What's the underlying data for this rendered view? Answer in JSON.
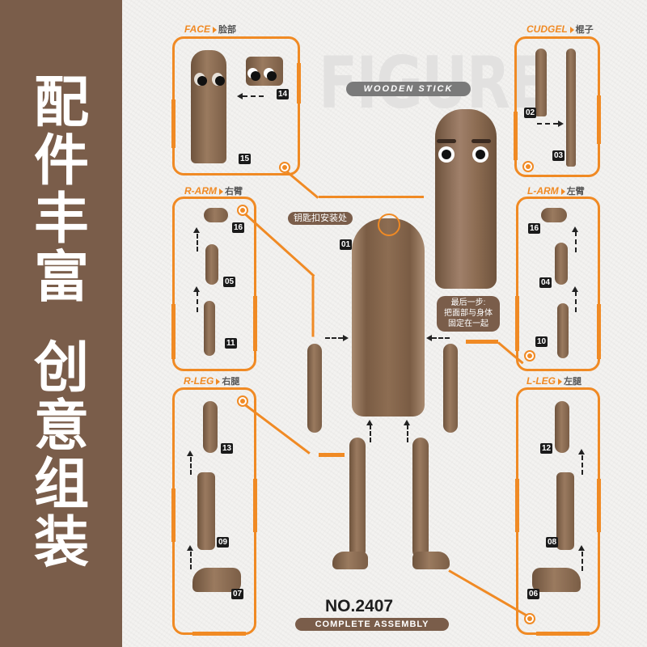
{
  "sidebar": {
    "slogan_line1": [
      "配",
      "件",
      "丰",
      "富"
    ],
    "slogan_line2": [
      "创",
      "意",
      "组",
      "装"
    ],
    "background_color": "#7a5d4a"
  },
  "title": {
    "ghost_text": "FIGURE",
    "subtitle": "WOODEN STICK"
  },
  "sections": {
    "face": {
      "en": "FACE",
      "cn": "脸部",
      "parts": [
        "14",
        "15"
      ]
    },
    "cudgel": {
      "en": "CUDGEL",
      "cn": "棍子",
      "parts": [
        "02",
        "03"
      ]
    },
    "r_arm": {
      "en": "R-ARM",
      "cn": "右臂",
      "parts": [
        "16",
        "05",
        "11"
      ]
    },
    "l_arm": {
      "en": "L-ARM",
      "cn": "左臂",
      "parts": [
        "16",
        "04",
        "10"
      ]
    },
    "r_leg": {
      "en": "R-LEG",
      "cn": "右腿",
      "parts": [
        "13",
        "09",
        "07"
      ]
    },
    "l_leg": {
      "en": "L-LEG",
      "cn": "左腿",
      "parts": [
        "12",
        "08",
        "06"
      ]
    }
  },
  "center": {
    "body_part": "01",
    "keychain_label": "钥匙扣安装处",
    "final_step_lines": [
      "最后一步:",
      "把面部与身体",
      "固定在一起"
    ]
  },
  "footer": {
    "model_number": "NO.2407",
    "assembly_label": "COMPLETE ASSEMBLY"
  },
  "colors": {
    "accent_orange": "#f08a24",
    "brown": "#7a5d4a",
    "part_brown": "#8a6a50"
  }
}
